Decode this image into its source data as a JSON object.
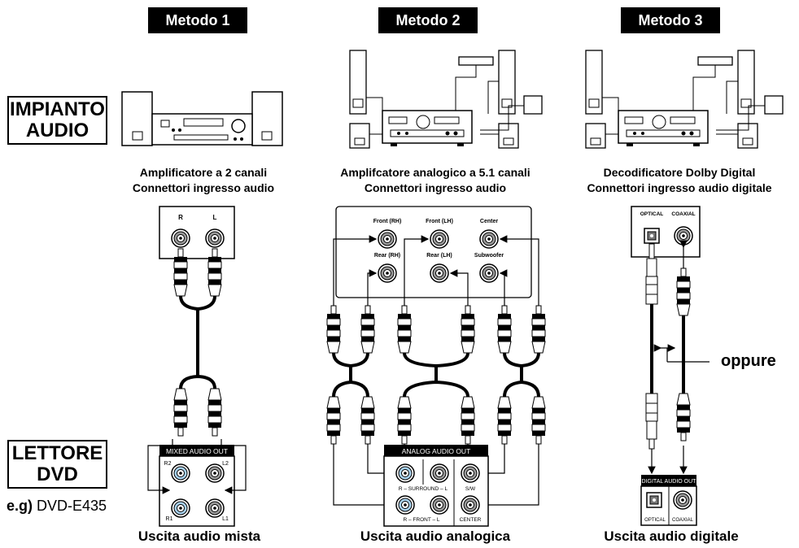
{
  "headers": [
    "Metodo 1",
    "Metodo 2",
    "Metodo 3"
  ],
  "side_labels": {
    "system_line1": "IMPIANTO",
    "system_line2": "AUDIO",
    "player_line1": "LETTORE",
    "player_line2": "DVD",
    "example_prefix": "e.g)",
    "example_model": "DVD-E435"
  },
  "captions": {
    "m1_line1": "Amplificatore a 2 canali",
    "m1_line2": "Connettori ingresso audio",
    "m2_line1": "Amplifcatore analogico a 5.1 canali",
    "m2_line2": "Connettori ingresso audio",
    "m3_line1": "Decodificatore Dolby Digital",
    "m3_line2": "Connettori ingresso audio digitale"
  },
  "amp_jacks": {
    "m1": [
      "R",
      "L"
    ],
    "m2": [
      "Front (RH)",
      "Front (LH)",
      "Center",
      "Rear (RH)",
      "Rear (LH)",
      "Subwoofer"
    ],
    "m3": [
      "OPTICAL",
      "COAXIAL"
    ]
  },
  "player_panels": {
    "m1_title": "MIXED AUDIO OUT",
    "m1_jacks": [
      "R2",
      "L2",
      "R1",
      "L1"
    ],
    "m2_title": "ANALOG AUDIO OUT",
    "m2_surround": "R – SURROUND – L",
    "m2_sw": "S/W",
    "m2_front": "R – FRONT – L",
    "m2_center": "CENTER",
    "m3_title": "DIGITAL AUDIO OUT",
    "m3_jacks": [
      "OPTICAL",
      "COAXIAL"
    ]
  },
  "oppure": "oppure",
  "bottom_captions": [
    "Uscita audio mista",
    "Uscita audio analogica",
    "Uscita audio digitale"
  ],
  "colors": {
    "highlight_jack": "#a9d3f0",
    "black": "#000000"
  }
}
